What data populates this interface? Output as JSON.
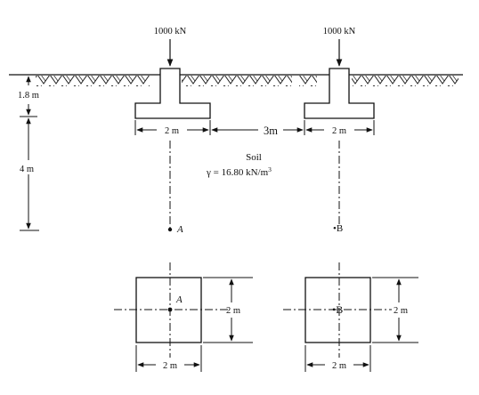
{
  "loads": {
    "left": "1000 kN",
    "right": "1000 kN"
  },
  "dimensions": {
    "embedment_depth": "1.8 m",
    "depth_to_points": "4 m",
    "footing_width_left": "2 m",
    "clear_spacing": "3m",
    "footing_width_right": "2 m",
    "plan_left_width": "2 m",
    "plan_left_height": "2 m",
    "plan_right_width": "2 m",
    "plan_right_height": "2 m"
  },
  "soil": {
    "label": "Soil",
    "unit_weight": "γ = 16.80 kN/m",
    "unit_weight_exponent": "3"
  },
  "points": {
    "a_elevation": "A",
    "b_elevation": "•B",
    "a_plan": "A",
    "b_plan": "•B"
  }
}
